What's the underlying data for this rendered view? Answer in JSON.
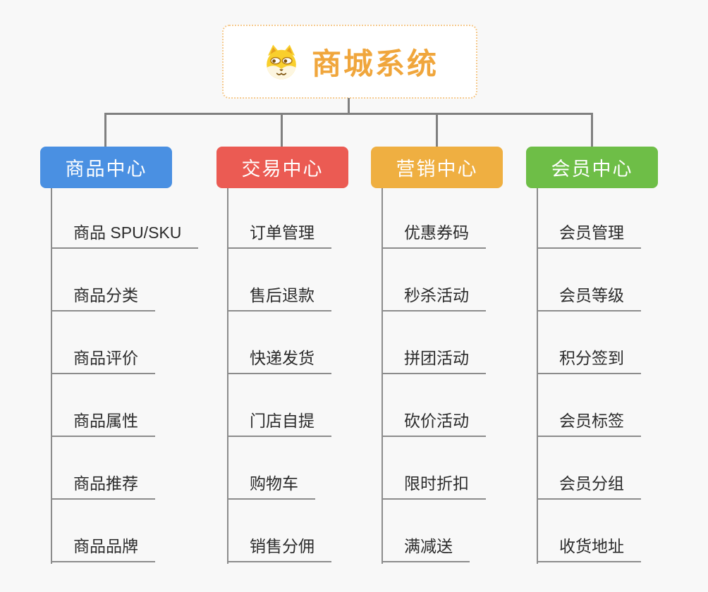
{
  "root": {
    "label": "商城系统",
    "icon": "dog-face-icon",
    "text_color": "#F0A63C",
    "border_color": "#F5C98C"
  },
  "colors": {
    "connector": "#808080",
    "underline": "#8C8C8C",
    "background": "#F8F8F8"
  },
  "branches": [
    {
      "label": "商品中心",
      "color": "#4A90E2",
      "children": [
        "商品 SPU/SKU",
        "商品分类",
        "商品评价",
        "商品属性",
        "商品推荐",
        "商品品牌"
      ]
    },
    {
      "label": "交易中心",
      "color": "#EB5B53",
      "children": [
        "订单管理",
        "售后退款",
        "快递发货",
        "门店自提",
        "购物车",
        "销售分佣"
      ]
    },
    {
      "label": "营销中心",
      "color": "#EFAF41",
      "children": [
        "优惠券码",
        "秒杀活动",
        "拼团活动",
        "砍价活动",
        "限时折扣",
        "满减送"
      ]
    },
    {
      "label": "会员中心",
      "color": "#6EBE47",
      "children": [
        "会员管理",
        "会员等级",
        "积分签到",
        "会员标签",
        "会员分组",
        "收货地址"
      ]
    }
  ]
}
